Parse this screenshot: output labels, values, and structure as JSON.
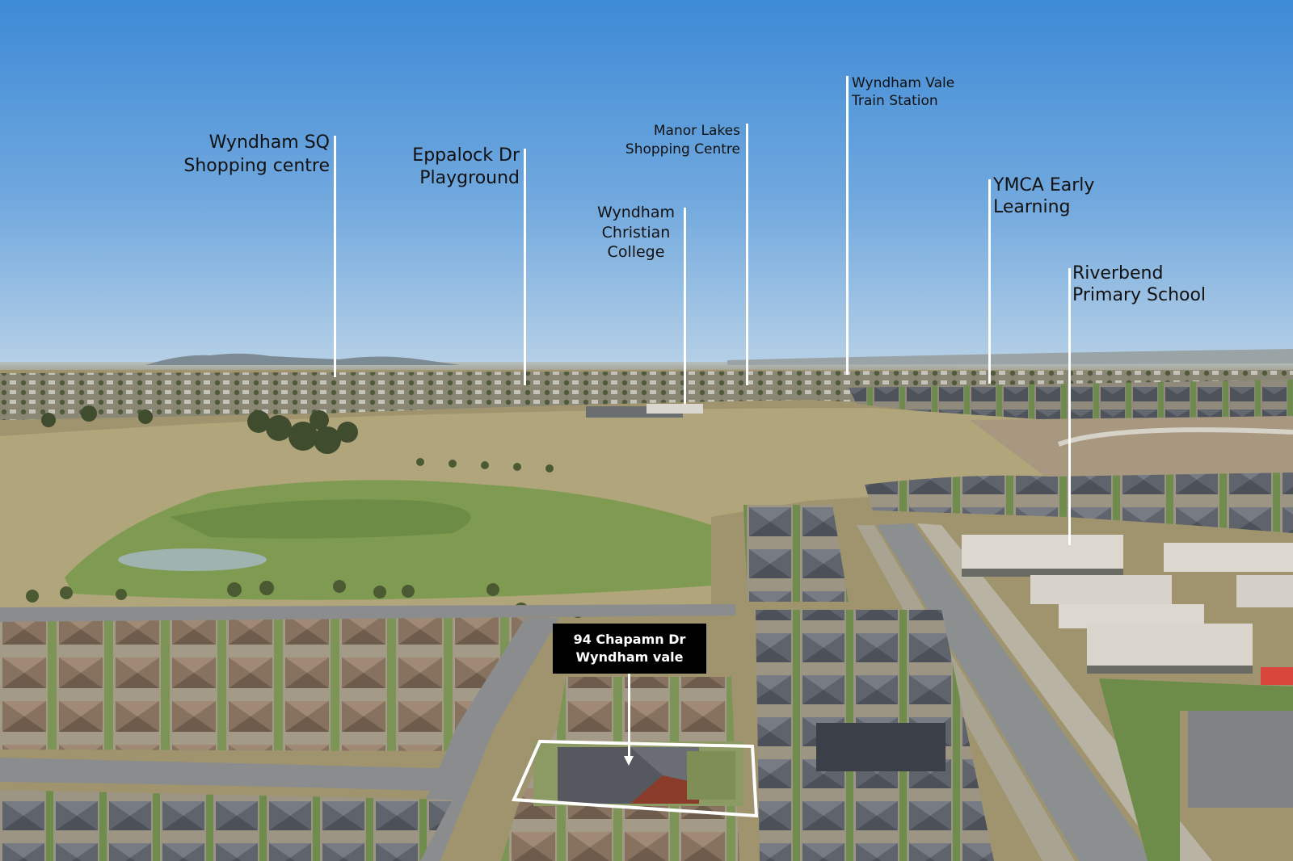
{
  "landmarks": [
    {
      "lines": [
        "Wyndham SQ",
        "Shopping centre"
      ]
    },
    {
      "lines": [
        "Eppalock Dr",
        "Playground"
      ]
    },
    {
      "lines": [
        "Wyndham",
        "Christian",
        "College"
      ]
    },
    {
      "lines": [
        "Manor Lakes",
        "Shopping Centre"
      ]
    },
    {
      "lines": [
        "Wyndham Vale",
        "Train Station"
      ]
    },
    {
      "lines": [
        "YMCA Early",
        "Learning"
      ]
    },
    {
      "lines": [
        "Riverbend",
        "Primary School"
      ]
    }
  ],
  "property": {
    "lines": [
      "94 Chapamn Dr",
      "Wyndham vale"
    ]
  },
  "colors": {
    "label_text": "#111111",
    "pointer_line": "#ffffff",
    "property_box": "#000000",
    "property_text": "#ffffff",
    "sky_top": "#3d8ad6",
    "sky_horizon": "#b9d2e7"
  }
}
